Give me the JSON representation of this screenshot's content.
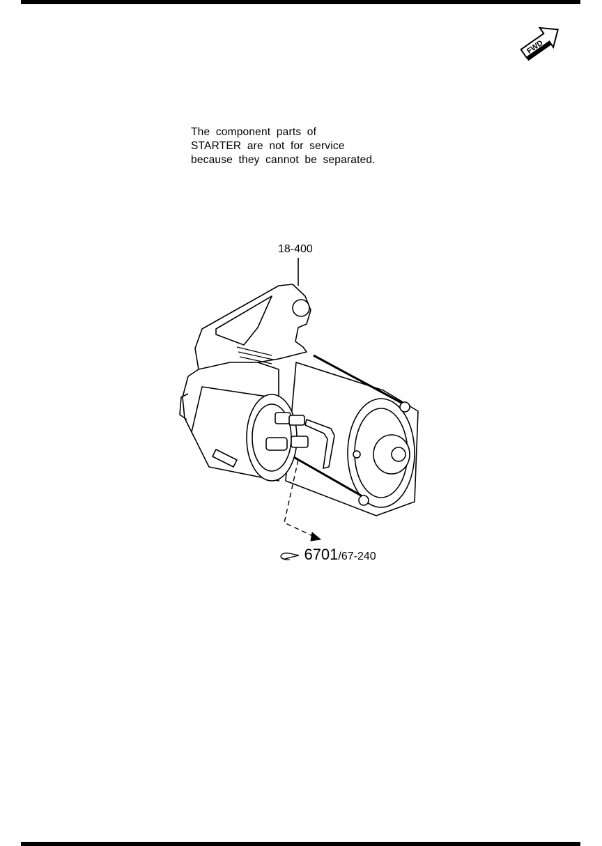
{
  "fwd_badge": {
    "text": "FWD",
    "icon": "fwd-arrow-icon"
  },
  "note": {
    "lines": [
      "The component parts of",
      "STARTER are not for service",
      "because they cannot be separated."
    ]
  },
  "part_label": "18-400",
  "reference": {
    "code": "6701",
    "separator": "/",
    "sub": "67-240",
    "icon": "see-reference-icon"
  }
}
